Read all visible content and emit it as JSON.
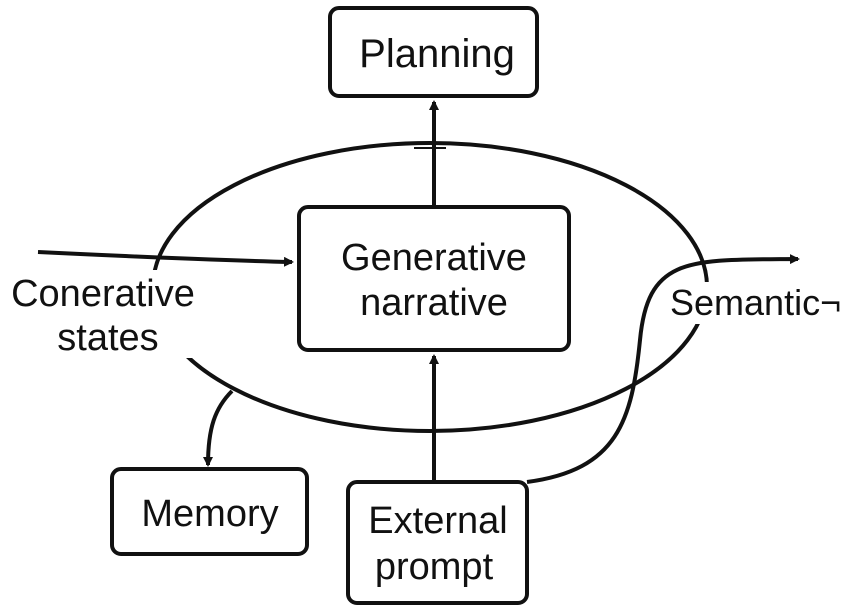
{
  "diagram": {
    "nodes": {
      "planning": "Planning",
      "generative_narrative": {
        "line1": "Generative",
        "line2": "narrative"
      },
      "memory": "Memory",
      "external_prompt": {
        "line1": "External",
        "line2": "prompt"
      }
    },
    "labels": {
      "conerative_states": {
        "line1": "Conerative",
        "line2": "states"
      },
      "semantic": "Semantic¬"
    }
  },
  "colors": {
    "stroke": "#111111",
    "background": "#ffffff"
  }
}
